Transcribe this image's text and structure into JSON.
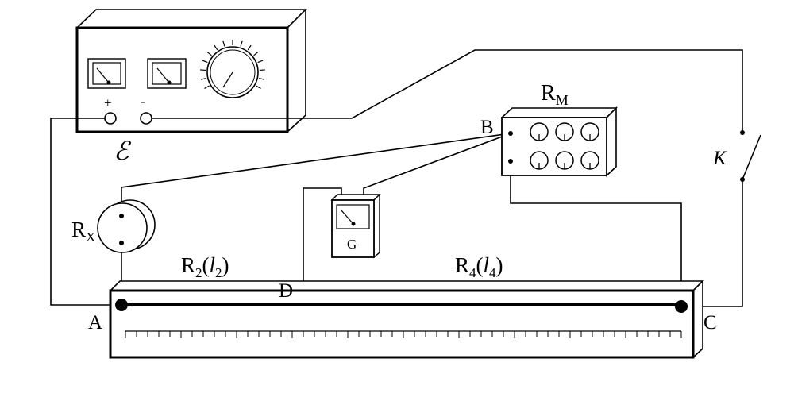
{
  "labels": {
    "emf": "ℰ",
    "plus": "+",
    "minus": "-",
    "rm_main": "R",
    "rm_sub": "M",
    "b": "B",
    "k": "K",
    "rx_main": "R",
    "rx_sub": "X",
    "galvanometer": "G",
    "r2_main": "R",
    "r2_sub": "2",
    "r2_paren_open": "(",
    "r2_l": "l",
    "r2_lsub": "2",
    "r2_paren_close": ")",
    "r4_main": "R",
    "r4_sub": "4",
    "r4_paren_open": "(",
    "r4_l": "l",
    "r4_lsub": "4",
    "r4_paren_close": ")",
    "d": "D",
    "a": "A",
    "c": "C"
  },
  "icons": [
    "power-supply-icon",
    "meter-icon",
    "knob-icon",
    "resistance-box-icon",
    "switch-icon",
    "resistor-icon",
    "galvanometer-icon",
    "slide-wire-bridge-icon"
  ]
}
